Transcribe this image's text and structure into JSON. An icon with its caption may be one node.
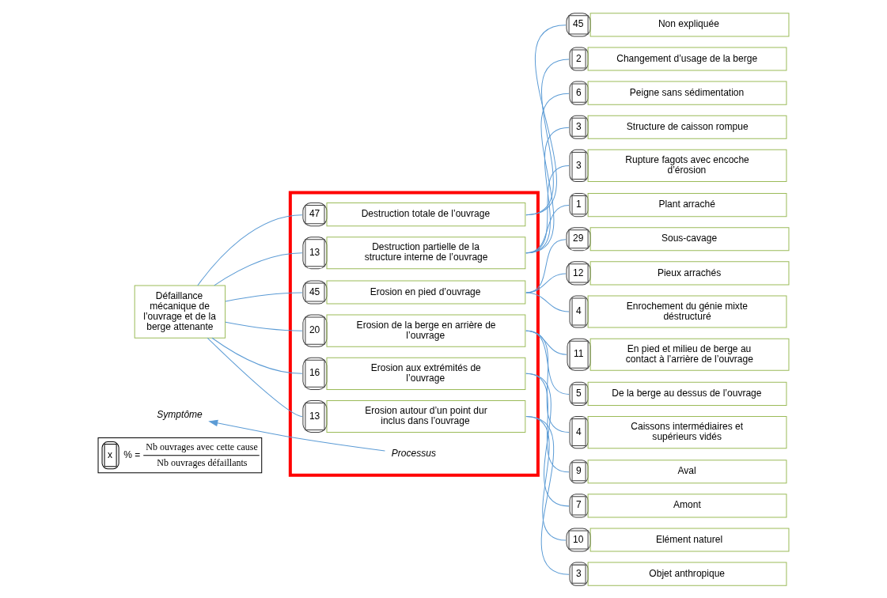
{
  "diagram": {
    "nodes": [
      {
        "text": [
          "x",
          "% =",
          "Nb ouvrages avec cette cause",
          "Nb ouvrages défaillants"
        ]
      },
      {
        "text": [
          "Défaillance mécanique de l’ouvrage et de la berge attenante"
        ]
      },
      {
        "text": [],
        "shape": "box"
      },
      {
        "text": [
          "Destruction totale de l’ouvrage"
        ],
        "beside": [
          "47"
        ],
        "in": 2
      },
      {
        "text": [
          "Non expliquée"
        ],
        "beside": [
          "45"
        ]
      },
      {
        "text": [
          "Changement d’usage de la berge"
        ],
        "beside": [
          "2"
        ]
      },
      {
        "text": [
          "Destruction partielle de la structure interne de l’ouvrage"
        ],
        "beside": [
          "13"
        ],
        "in": 2
      },
      {
        "text": [
          "Peigne sans sédimentation"
        ],
        "beside": [
          "6"
        ]
      },
      {
        "text": [
          "Structure de caisson rompue"
        ],
        "beside": [
          "3"
        ]
      },
      {
        "text": [
          "Rupture fagots avec encoche d’érosion"
        ],
        "beside": [
          "3"
        ]
      },
      {
        "text": [
          "Plant arraché"
        ],
        "beside": [
          "1"
        ]
      },
      {
        "text": [
          "Erosion en pied d’ouvrage"
        ],
        "beside": [
          "45"
        ],
        "in": 2
      },
      {
        "text": [
          "Sous-cavage"
        ],
        "beside": [
          "29"
        ]
      },
      {
        "text": [
          "Pieux arrachés"
        ],
        "beside": [
          "12"
        ]
      },
      {
        "text": [
          "Enrochement du génie mixte déstructuré"
        ],
        "beside": [
          "4"
        ]
      },
      {
        "text": [
          "Erosion de la berge en arrière de l’ouvrage"
        ],
        "beside": [
          "20"
        ],
        "in": 2
      },
      {
        "text": [
          "En pied et milieu de berge au contact à l’arrière de l’ouvrage"
        ],
        "beside": [
          "11"
        ]
      },
      {
        "text": [
          "De la berge au dessus de l’ouvrage"
        ],
        "beside": [
          "5"
        ]
      },
      {
        "text": [
          "Caissons intermédiaires et supérieurs vidés"
        ],
        "beside": [
          "4"
        ]
      },
      {
        "text": [
          "Erosion aux extrémités de l’ouvrage"
        ],
        "beside": [
          "16"
        ],
        "in": 2
      },
      {
        "text": [
          "Aval"
        ],
        "beside": [
          "9"
        ]
      },
      {
        "text": [
          "Amont"
        ],
        "beside": [
          "7"
        ]
      },
      {
        "text": [
          "Erosion autour d’un point dur inclus dans l’ouvrage"
        ],
        "beside": [
          "13"
        ],
        "in": 2
      },
      {
        "text": [
          "Elément naturel"
        ],
        "beside": [
          "10"
        ]
      },
      {
        "text": [
          "Objet anthropique"
        ],
        "beside": [
          "3"
        ]
      },
      {
        "text": [
          "Symptôme"
        ]
      },
      {
        "text": [
          "Processus"
        ],
        "in": 2
      }
    ],
    "edges": [
      {
        "from": 1,
        "to": 3,
        "arrow": "none"
      },
      {
        "from": 1,
        "to": 6,
        "arrow": "none"
      },
      {
        "from": 1,
        "to": 11,
        "arrow": "none"
      },
      {
        "from": 1,
        "to": 15,
        "arrow": "none"
      },
      {
        "from": 1,
        "to": 19,
        "arrow": "none"
      },
      {
        "from": 1,
        "to": 22,
        "arrow": "none"
      },
      {
        "from": 3,
        "to": 4,
        "arrow": "none"
      },
      {
        "from": 3,
        "to": 5,
        "arrow": "none"
      },
      {
        "from": 6,
        "to": 7,
        "arrow": "none"
      },
      {
        "from": 6,
        "to": 8,
        "arrow": "none"
      },
      {
        "from": 6,
        "to": 9,
        "arrow": "none"
      },
      {
        "from": 6,
        "to": 10,
        "arrow": "none"
      },
      {
        "from": 11,
        "to": 12,
        "arrow": "none"
      },
      {
        "from": 11,
        "to": 13,
        "arrow": "none"
      },
      {
        "from": 11,
        "to": 14,
        "arrow": "none"
      },
      {
        "from": 15,
        "to": 16,
        "arrow": "none"
      },
      {
        "from": 15,
        "to": 17,
        "arrow": "none"
      },
      {
        "from": 15,
        "to": 18,
        "arrow": "none"
      },
      {
        "from": 19,
        "to": 20,
        "arrow": "none"
      },
      {
        "from": 19,
        "to": 21,
        "arrow": "none"
      },
      {
        "from": 22,
        "to": 23,
        "arrow": "none"
      },
      {
        "from": 22,
        "to": 24,
        "arrow": "none"
      },
      {
        "from": 26,
        "to": 25,
        "arrow": "to"
      }
    ]
  }
}
